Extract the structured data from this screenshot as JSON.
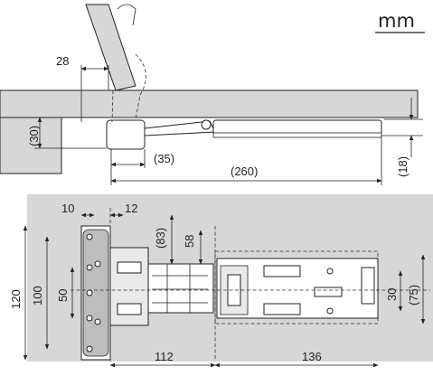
{
  "unit": "mm",
  "side_view": {
    "dimensions": {
      "top_offset": "28",
      "board_thickness": "(30)",
      "arm_reach": "(35)",
      "overall_length": "(260)",
      "drop": "(18)"
    }
  },
  "plan_view": {
    "dimensions": {
      "left_margin": "10",
      "edge_offset": "12",
      "span_83": "(83)",
      "span_58": "58",
      "height_120": "120",
      "height_100": "100",
      "height_50": "50",
      "height_30": "30",
      "height_75": "(75)",
      "width_112": "112",
      "width_136": "136"
    }
  },
  "colors": {
    "panel": "#d7d7d7",
    "line": "#222222",
    "background": "#ffffff"
  }
}
